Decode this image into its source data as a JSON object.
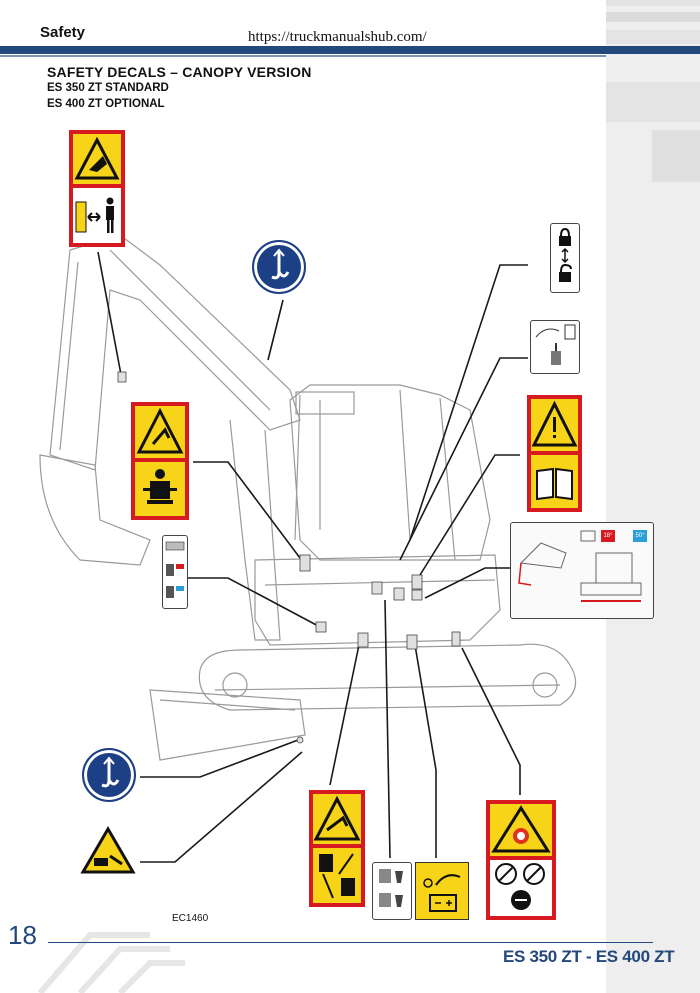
{
  "header": {
    "section": "Safety",
    "url": "https://truckmanualshub.com/"
  },
  "content": {
    "title": "SAFETY DECALS – CANOPY VERSION",
    "line1": "ES 350 ZT STANDARD",
    "line2": "ES 400 ZT OPTIONAL",
    "figure_ref": "EC1460"
  },
  "decal_badges": {
    "hot": "18°",
    "cold": "50°"
  },
  "footer": {
    "page_number": "18",
    "model": "ES 350 ZT - ES 400 ZT"
  },
  "colors": {
    "brand_blue": "#23497c",
    "decal_red": "#d71920",
    "decal_yellow": "#f7d417",
    "roundel_blue": "#1d3f85"
  }
}
